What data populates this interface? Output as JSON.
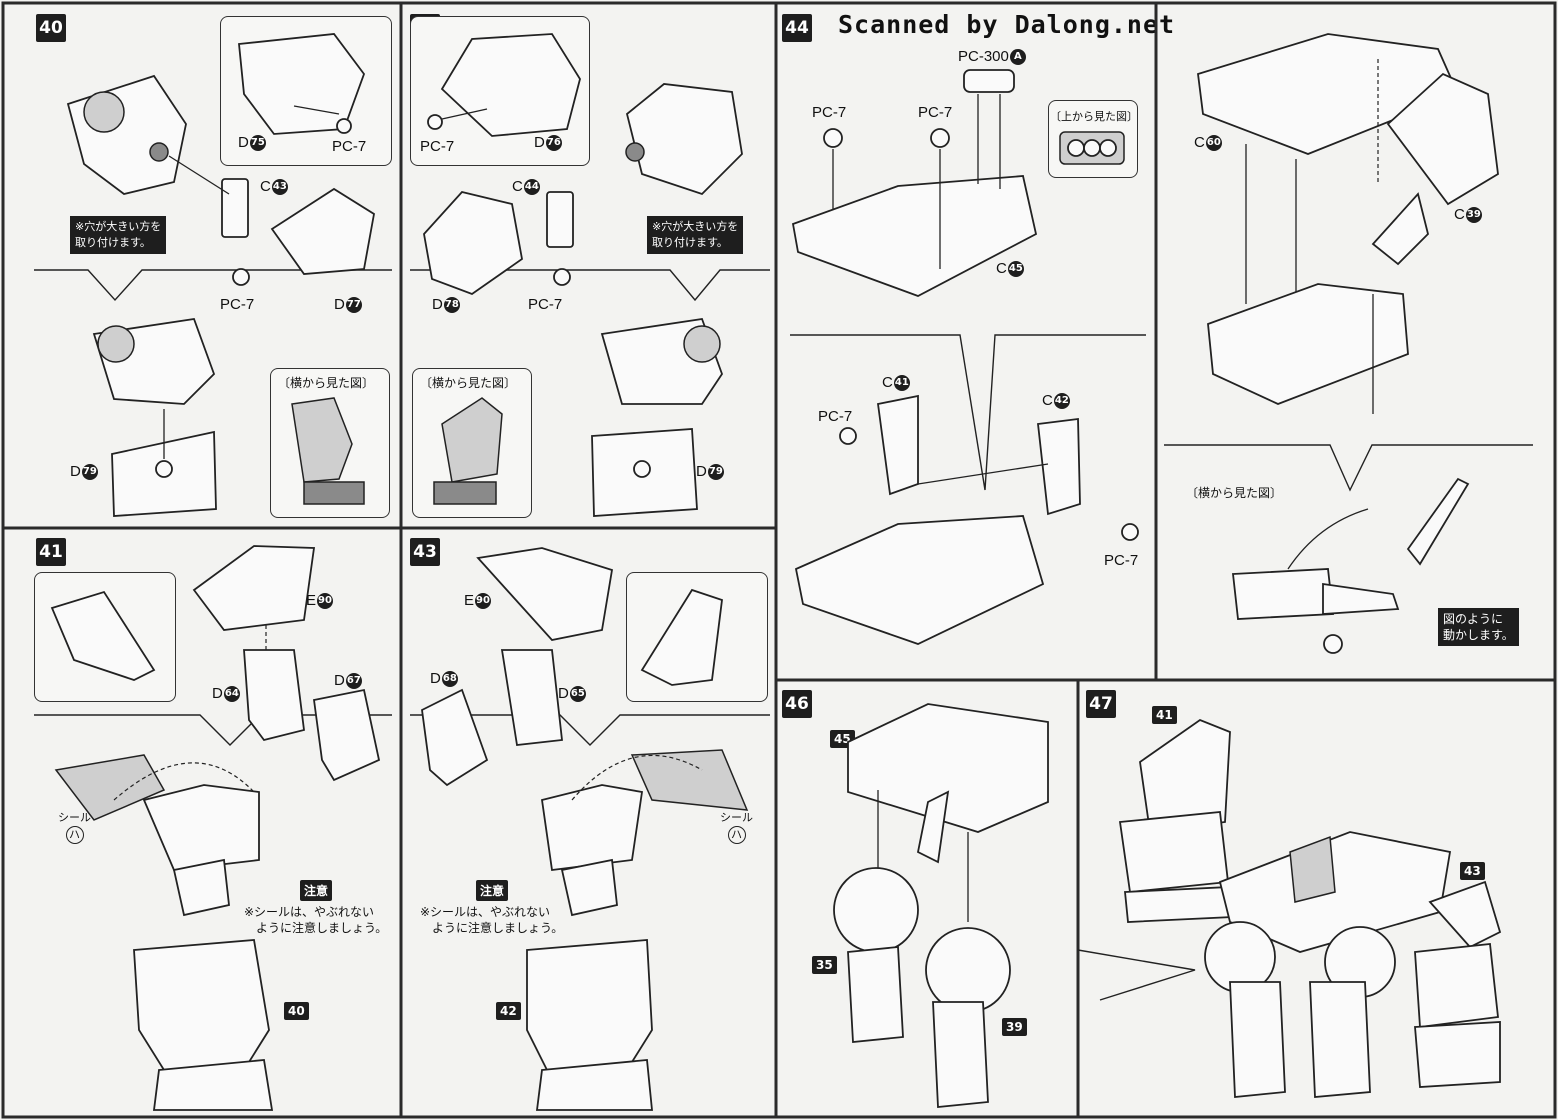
{
  "watermark": "Scanned by Dalong.net",
  "steps": {
    "s40": "40",
    "s41": "41",
    "s42": "42",
    "s43": "43",
    "s44": "44",
    "s46": "46",
    "s47": "47"
  },
  "parts": {
    "pc7": "PC-7",
    "pc300": "PC-300",
    "pc300_sub": "A",
    "d": "D",
    "c": "C",
    "e": "E",
    "n75": "75",
    "n76": "76",
    "n77": "77",
    "n78": "78",
    "n79": "79",
    "n43": "43",
    "n44": "44",
    "n45": "45",
    "n41": "41",
    "n42": "42",
    "n39": "39",
    "n60": "60",
    "n64": "64",
    "n65": "65",
    "n67": "67",
    "n68": "68",
    "n90": "90"
  },
  "notes": {
    "hole_line1": "※穴が大きい方を",
    "hole_line2": "取り付けます。",
    "side_view": "〔横から見た図〕",
    "top_view": "〔上から見た図〕",
    "caution": "注意",
    "sticker_line1": "※シールは、やぶれない",
    "sticker_line2": "ように注意しましょう。",
    "seal": "シール",
    "seal_ha": "ハ",
    "move_line1": "図のように",
    "move_line2": "動かします。"
  },
  "refs": {
    "r35": "35",
    "r39": "39",
    "r40": "40",
    "r41": "41",
    "r42": "42",
    "r43": "43",
    "r45": "45"
  }
}
